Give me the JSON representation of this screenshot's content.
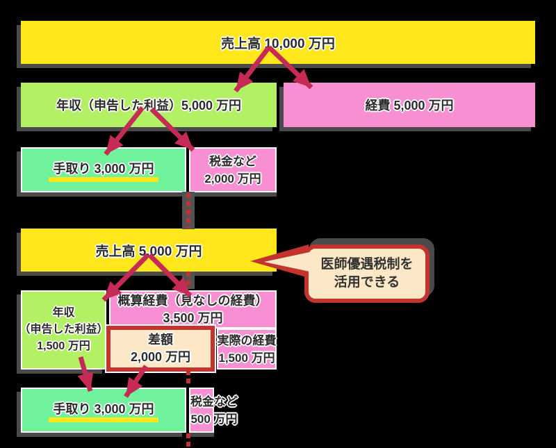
{
  "section_top": {
    "sales_label": "売上高 10,000 万円",
    "income_label": "年収（申告した利益）5,000 万円",
    "expense_label": "経費 5,000 万円",
    "takehome_label": "手取り 3,000 万円",
    "tax_label_line1": "税金など",
    "tax_label_line2": "2,000 万円"
  },
  "section_bottom": {
    "sales_label": "売上高 5,000 万円",
    "income_line1": "年収",
    "income_line2": "（申告した利益）",
    "income_line3": "1,500 万円",
    "estimated_expense_line1": "概算経費（見なしの経費）",
    "estimated_expense_line2": "3,500 万円",
    "difference_line1": "差額",
    "difference_line2": "2,000 万円",
    "actual_expense_line1": "実際の経費",
    "actual_expense_line2": "1,500 万円",
    "takehome_label": "手取り 3,000 万円",
    "tax_label_line1": "税金など",
    "tax_label_line2": "500 万円"
  },
  "callout": {
    "line1": "医師優遇税制を",
    "line2": "活用できる"
  },
  "colors": {
    "background": "#000000",
    "yellow": "#FFE71C",
    "yellow_green": "#B2F163",
    "mint_green": "#70F19B",
    "pink": "#F98FD3",
    "cream": "#FCE8C6",
    "red_border": "#C4342E",
    "arrow": "#C62B56",
    "dotted_line": "#BF3430",
    "shadow": "#4A4A4A"
  }
}
